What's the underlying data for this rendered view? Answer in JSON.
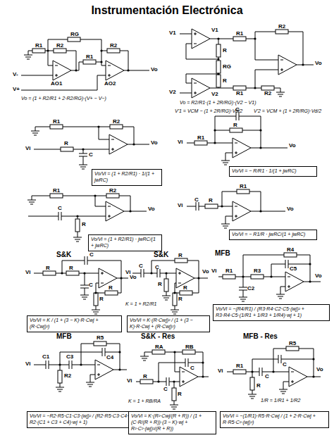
{
  "diagram": {
    "title": "Instrumentación Electrónica",
    "nodes": [
      {
        "text": [
          "Vo/Vi = (1 + R2/R1) · 1/(1 + jwRC)"
        ]
      },
      {
        "text": [
          "Vo/Vi = − R/R1 · 1/(1 + jwRC)"
        ]
      },
      {
        "text": [
          "Vo/Vi = (1 + R2/R1) · jwRC/(1 + jwRC)"
        ]
      },
      {
        "text": [
          "Vo/Vi = − R1/R · jwRC/(1 + jwRC)"
        ]
      },
      {
        "text": [
          "Vo/Vi = K / (1 + (3 − K)·R·Cwj + (R·Cwj)²)"
        ]
      },
      {
        "text": [
          "Vo/Vi = K·(R·Cwj)² / (1 + (3 − K)·R·Cwj + (R·Cwj)²)"
        ]
      },
      {
        "text": [
          "Vo/Vi = −(R4/R1) / (R3·R4·C2·C5·(wj)² + R3·R4·C5·(1/R1 + 1/R3 + 1/R4)·wj + 1)"
        ]
      },
      {
        "text": [
          "Vo/Vi = −R2·R5·C1·C3·(wj)² / (R2·R5·C3·C4·(wj)² + R2·(C1 + C3 + C4)·wj + 1)"
        ]
      },
      {
        "text": [
          "Vo/Vi = K·(R²·Cwj/(R + R)) / (1 + (C·R/(R + R))·(3 − K)·wj + R²·C²·(wj)²/(R + R))"
        ]
      },
      {
        "text": [
          "Vo/Vi = −(1/R1)·R5·R·Cwj / (1 + 2·R·Cwj + R·R5·C²·(wj)²)"
        ]
      }
    ],
    "labels": [
      "R1",
      "R2",
      "RG",
      "R1",
      "R2",
      "V-",
      "AO1",
      "V+",
      "AO2",
      "Vo",
      "Vo = (1 + R2/R1 + 2·R2/RG)·(V+ − V−)",
      "V1",
      "V1",
      "R1",
      "R2",
      "R",
      "RG",
      "R",
      "V2",
      "V2",
      "R1",
      "R2",
      "Vo",
      "Vo = R2/R1·(1 + 2R/RG)·(V2 − V1)",
      "V'1 = VCM − (1 + 2R/RG)·Vd/2",
      "V'2 = VCM + (1 + 2R/RG)·Vd/2",
      "R1",
      "R2",
      "Vi",
      "R",
      "C",
      "Vo",
      "C",
      "R",
      "Vi",
      "R1",
      "Vo",
      "R1",
      "R2",
      "C",
      "R",
      "Vo",
      "R1",
      "Vi",
      "C",
      "R",
      "Vo",
      "S&K",
      "Vi",
      "R",
      "R",
      "C",
      "C",
      "R",
      "R",
      "Vo",
      "S&K",
      "Vi",
      "C",
      "C",
      "R",
      "R",
      "R",
      "R",
      "K = 1 + R2/R1",
      "Vo",
      "MFB",
      "Vi",
      "R1",
      "R4",
      "C5",
      "R3",
      "C2",
      "Vo",
      "MFB",
      "Vi",
      "C1",
      "C3",
      "C4",
      "R5",
      "R2",
      "S&K - Res",
      "RA",
      "RB",
      "Vi",
      "R",
      "C",
      "C",
      "R",
      "K = 1 + RB/RA",
      "MFB - Res",
      "R5",
      "Vi",
      "R1",
      "C",
      "C",
      "R",
      "1/R = 1/R1 + 1/R2",
      "Vo"
    ]
  }
}
